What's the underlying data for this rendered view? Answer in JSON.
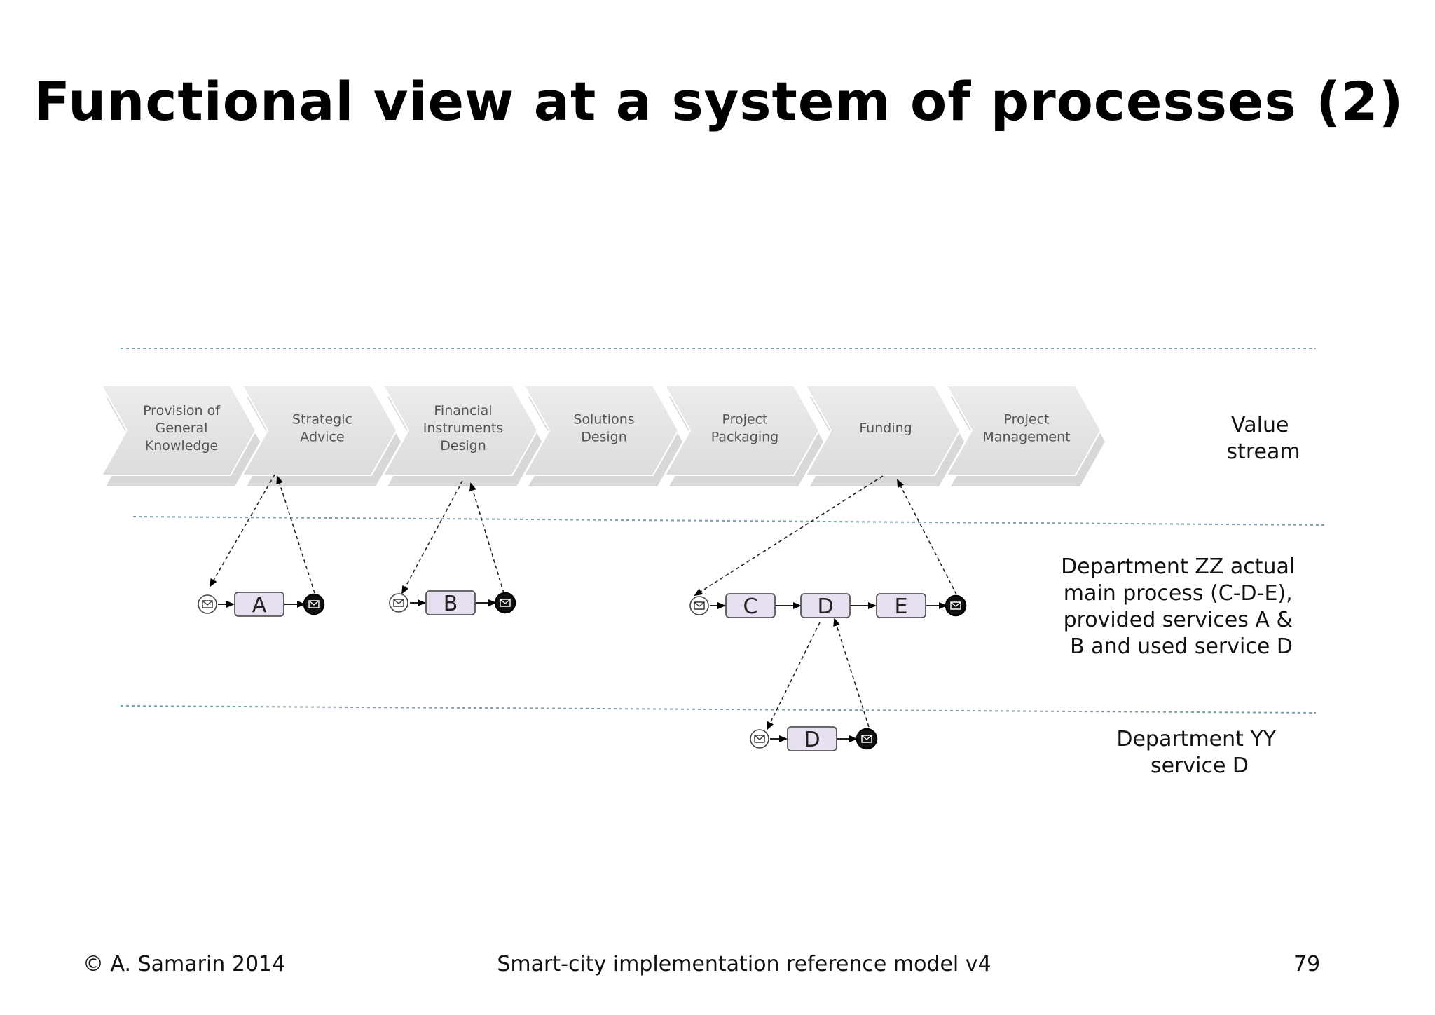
{
  "title": "Functional view at a system of processes (2)",
  "value_stream": {
    "label": [
      "Value",
      "stream"
    ],
    "stages": [
      {
        "lines": [
          "Provision of",
          "General",
          "Knowledge"
        ]
      },
      {
        "lines": [
          "Strategic",
          "Advice"
        ]
      },
      {
        "lines": [
          "Financial",
          "Instruments",
          "Design"
        ]
      },
      {
        "lines": [
          "Solutions",
          "Design"
        ]
      },
      {
        "lines": [
          "Project",
          "Packaging"
        ]
      },
      {
        "lines": [
          "Funding"
        ]
      },
      {
        "lines": [
          "Project",
          "Management"
        ]
      }
    ]
  },
  "department_zz": {
    "label": [
      "Department ZZ actual",
      "main process (C-D-E),",
      "provided services A &",
      "B and used service D"
    ],
    "tasks": [
      "A",
      "B",
      "C",
      "D",
      "E"
    ]
  },
  "department_yy": {
    "label": [
      "Department YY",
      "service D"
    ],
    "tasks": [
      "D"
    ]
  },
  "footer": {
    "left": "© A. Samarin 2014",
    "center": "Smart-city implementation reference model v4",
    "right": "79"
  },
  "colors": {
    "chevron_fill": "#e4e4e4",
    "chevron_shadow": "#b8b8b8",
    "chevron_text": "#555555",
    "task_fill": "#e6e0f0",
    "task_stroke": "#555555",
    "lane_line": "#7aa0aa"
  }
}
